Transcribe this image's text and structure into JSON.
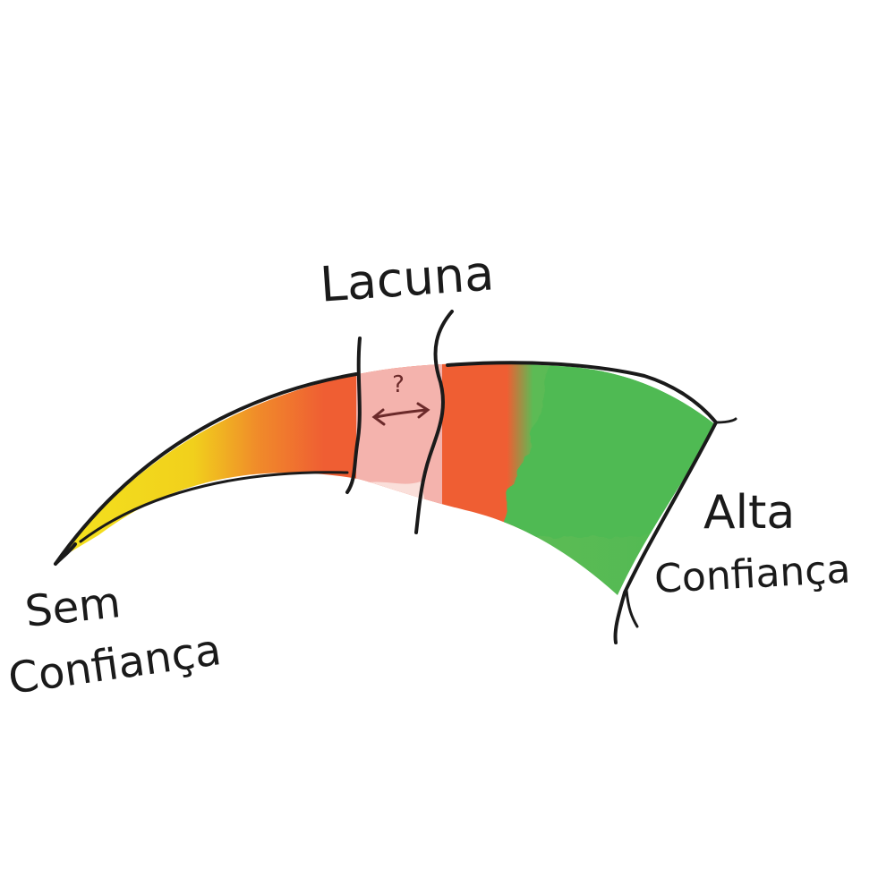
{
  "diagram": {
    "gap_label": "Lacuna",
    "gap_symbol": "?",
    "left_label_line1": "Sem",
    "left_label_line2": "Confiança",
    "right_label_line1": "Alta",
    "right_label_line2": "Confiança"
  },
  "colors": {
    "yellow": "#f4e21e",
    "orange": "#ef5e33",
    "gap_pink": "#f4b3ad",
    "green": "#4fba52",
    "ink": "#1a1a1a",
    "arrow": "#6b2a2a"
  },
  "icons": {
    "gap_arrow": "double-headed-arrow-icon"
  }
}
